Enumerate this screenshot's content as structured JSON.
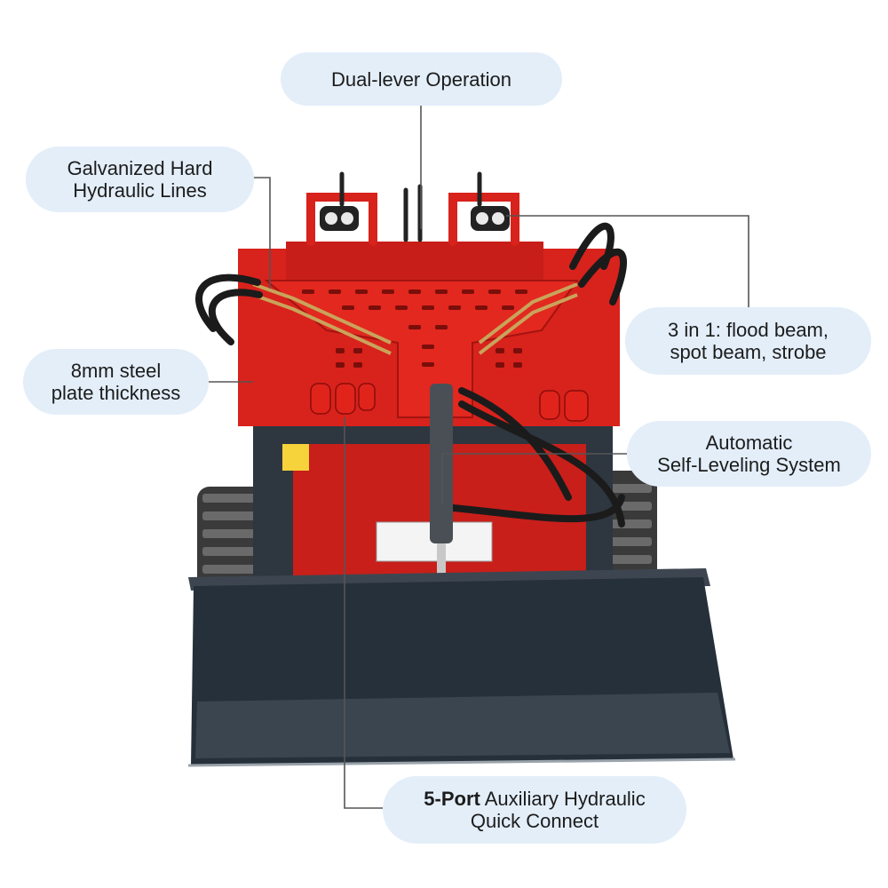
{
  "callouts": {
    "dual_lever": "Dual-lever Operation",
    "galvanized": [
      "Galvanized Hard",
      "Hydraulic Lines"
    ],
    "steel_plate": [
      "8mm steel",
      "plate thickness"
    ],
    "lights": [
      "3 in 1: flood beam,",
      "spot beam, strobe"
    ],
    "self_leveling": [
      "Automatic",
      "Self-Leveling System"
    ],
    "aux_port": {
      "bold": "5-Port",
      "rest": " Auxiliary Hydraulic",
      "line2": "Quick Connect"
    }
  },
  "colors": {
    "bubble": "#e3eef9",
    "machine_red": "#d8221c",
    "steel_dark": "#2b3138",
    "leader_line": "#555555"
  },
  "product": "mini-skid-steer-loader"
}
